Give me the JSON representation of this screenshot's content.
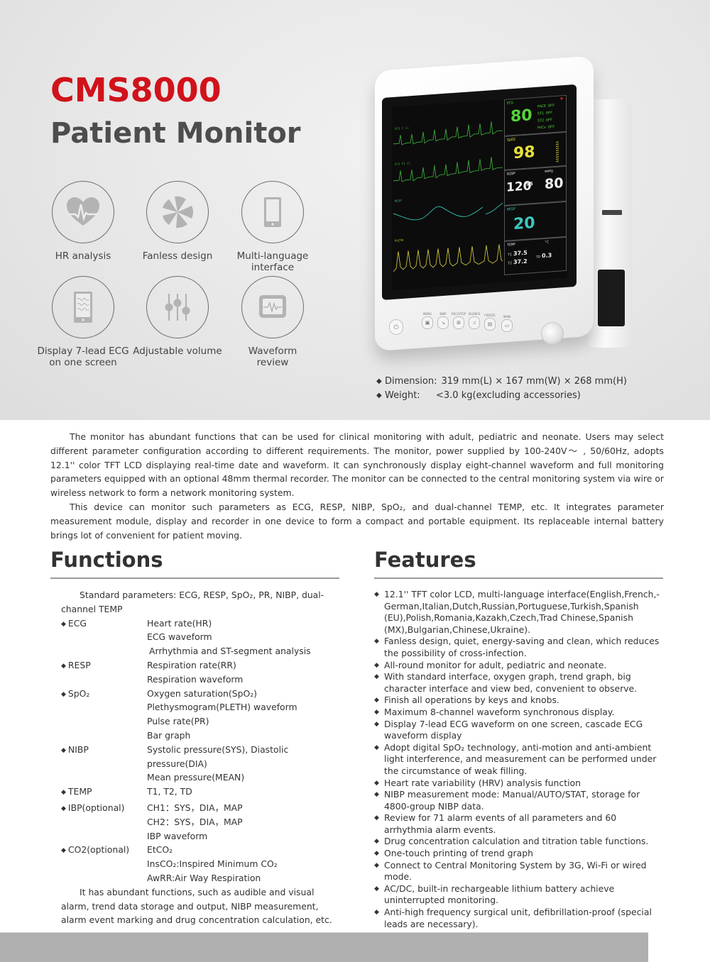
{
  "hero": {
    "model": "CMS8000",
    "product_name": "Patient Monitor",
    "icons": [
      {
        "icon": "heart-ecg-icon",
        "label": "HR analysis"
      },
      {
        "icon": "fan-icon",
        "label": "Fanless design"
      },
      {
        "icon": "phone-screen-icon",
        "label": "Multi-language\ninterface"
      },
      {
        "icon": "ecg-screen-icon",
        "label": "Display 7-lead ECG\non one screen"
      },
      {
        "icon": "sliders-icon",
        "label": "Adjustable volume"
      },
      {
        "icon": "waveform-monitor-icon",
        "label": "Waveform\nreview"
      }
    ],
    "colors": {
      "model": "#d0121b",
      "background": "#e8e8e8"
    }
  },
  "monitor": {
    "screen": {
      "ecg": {
        "title": "ECG",
        "value": "80",
        "pace": "PACE OFF",
        "st1": "ST1 OFF",
        "st2": "ST2 OFF",
        "pvcs": "PVCs OFF",
        "color": "#56d23a"
      },
      "spo2": {
        "title": "SpO2",
        "value": "98",
        "color": "#e8e13a"
      },
      "nibp": {
        "title": "NIBP",
        "sys": "120",
        "dia": "95",
        "map": "80",
        "unit": "mmHg",
        "color": "#f0f0f0"
      },
      "resp": {
        "title": "RESP",
        "value": "20",
        "color": "#3cc8c0"
      },
      "temp": {
        "title": "TEMP",
        "unit": "°C",
        "t1_label": "T1",
        "t1": "37.5",
        "t2_label": "T2",
        "t2": "37.2",
        "td_label": "TD",
        "td": "0.3"
      },
      "waves": [
        {
          "label": "ECG I  x1",
          "color": "#3aa83a"
        },
        {
          "label": "ECG II  x1",
          "color": "#3aa83a"
        },
        {
          "label": "RESP",
          "color": "#2fb3a6"
        },
        {
          "label": "PLETH",
          "color": "#c9c23a"
        }
      ]
    },
    "buttons": [
      "MENU",
      "NIBP",
      "REC/STOP",
      "SILENCE",
      "FREEZE",
      "MAIN"
    ]
  },
  "specs": [
    {
      "key": "Dimension:",
      "value": "319 mm(L) × 167 mm(W) × 268 mm(H)"
    },
    {
      "key": "Weight:",
      "value": "<3.0 kg(excluding accessories)"
    }
  ],
  "intro": {
    "p1": "The monitor has abundant functions that can be used for clinical monitoring with adult, pediatric and neonate. Users may select different parameter configuration according to different requirements. The monitor, power supplied by 100-240V～ , 50/60Hz, adopts 12.1'' color TFT LCD displaying real-time date and waveform. It can synchronously display eight-channel waveform and full monitoring parameters equipped with an optional 48mm thermal recorder. The monitor can be connected to the central monitoring system via wire or wireless network to form a network monitoring system.",
    "p2": "This device can monitor such parameters as ECG, RESP, NIBP, SpO₂, and dual-channel TEMP, etc. It integrates parameter measurement module, display and recorder in one device to form a compact and portable equipment. Its replaceable internal battery brings lot of convenient for patient moving."
  },
  "functions": {
    "title": "Functions",
    "intro": "Standard parameters: ECG, RESP, SpO₂, PR, NIBP, dual-channel TEMP",
    "groups": [
      {
        "key": "ECG",
        "values": [
          "Heart rate(HR)",
          "ECG waveform",
          " Arrhythmia and ST-segment analysis"
        ]
      },
      {
        "key": "RESP",
        "values": [
          "Respiration rate(RR)",
          "Respiration waveform"
        ]
      },
      {
        "key": "SpO₂",
        "values": [
          "Oxygen saturation(SpO₂)",
          "Plethysmogram(PLETH) waveform",
          "Pulse rate(PR)",
          "Bar graph"
        ]
      },
      {
        "key": "NIBP",
        "values": [
          "Systolic pressure(SYS), Diastolic pressure(DIA)",
          "Mean pressure(MEAN)"
        ]
      },
      {
        "key": "TEMP",
        "values": [
          "T1, T2, TD"
        ]
      },
      {
        "key": "IBP(optional)",
        "values": [
          "CH1：SYS，DIA，MAP",
          "CH2：SYS，DIA，MAP",
          "IBP waveform"
        ]
      },
      {
        "key": "CO2(optional)",
        "values": [
          "EtCO₂",
          "InsCO₂:Inspired Minimum CO₂",
          "AwRR:Air Way Respiration"
        ]
      }
    ],
    "outro": "It has abundant functions, such as audible and visual alarm, trend data storage and output, NIBP measurement, alarm event marking and drug concentration calculation, etc."
  },
  "features": {
    "title": "Features",
    "items": [
      "12.1'' TFT color LCD, multi-language interface(English,French,-German,Italian,Dutch,Russian,Portuguese,Turkish,Spanish (EU),Polish,Romania,Kazakh,Czech,Trad Chinese,Spanish (MX),Bulgarian,Chinese,Ukraine).",
      "Fanless design, quiet, energy-saving and clean, which reduces the possibility of cross-infection.",
      "All-round monitor for adult, pediatric and neonate.",
      "With standard interface, oxygen graph, trend graph, big character interface and view bed, convenient to observe.",
      "Finish all operations by keys and knobs.",
      "Maximum 8-channel waveform synchronous display.",
      "Display 7-lead ECG waveform on one screen, cascade ECG waveform display",
      "Adopt digital SpO₂ technology, anti-motion and anti-ambient light interference, and measurement can be performed under the circumstance of weak filling.",
      "Heart rate variability (HRV) analysis function",
      "NIBP measurement mode: Manual/AUTO/STAT, storage for 4800-group NIBP data.",
      "Review for 71 alarm events of all parameters and 60 arrhythmia alarm events.",
      "Drug concentration calculation and titration table functions.",
      "One-touch printing of trend graph",
      "Connect to Central Monitoring System by 3G, Wi-Fi or wired mode.",
      "AC/DC, built-in rechargeable lithium battery achieve uninterrupted monitoring.",
      "Anti-high frequency surgical unit, defibrillation-proof (special leads are necessary)."
    ]
  }
}
